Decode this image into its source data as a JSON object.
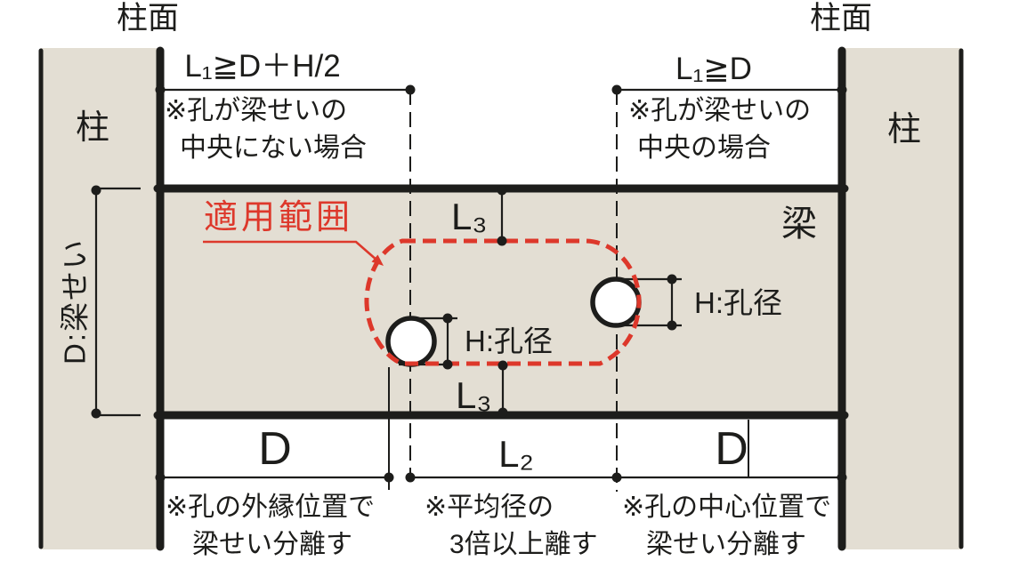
{
  "top": {
    "column_face_left": "柱面",
    "column_face_right": "柱面",
    "dim_left": "L₁≧D＋H/2",
    "dim_right": "L₁≧D",
    "note_left_line1": "※孔が梁せいの",
    "note_left_line2": "中央にない場合",
    "note_right_line1": "※孔が梁せいの",
    "note_right_line2": "中央の場合"
  },
  "members": {
    "column_left": "柱",
    "column_right": "柱",
    "beam": "梁",
    "beam_depth_dim": "D:梁せい"
  },
  "scope": {
    "label": "適用範囲"
  },
  "holes": {
    "left_dia_label": "H:孔径",
    "right_dia_label": "H:孔径"
  },
  "dims": {
    "l3_top": "L₃",
    "l3_bottom": "L₃",
    "d_left": "D",
    "l2": "L₂",
    "d_right": "D"
  },
  "bottom_notes": {
    "left_line1": "※孔の外縁位置で",
    "left_line2": "梁せい分離す",
    "mid_line1": "※平均径の",
    "mid_line2": "3倍以上離す",
    "right_line1": "※孔の中心位置で",
    "right_line2": "梁せい分離す"
  },
  "colors": {
    "concrete_fill": "#e3ded3",
    "line": "#1d1d1b",
    "accent_red": "#dd382b",
    "background": "#ffffff",
    "hole_fill": "#ffffff"
  }
}
